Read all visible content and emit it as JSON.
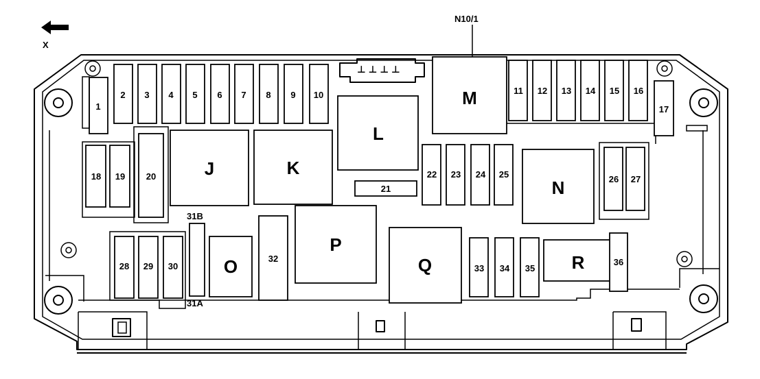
{
  "direction": {
    "label": "X",
    "arrow_icon": "arrow-left-icon"
  },
  "module_label": "N10/1",
  "fuses": {
    "f1": "1",
    "f2": "2",
    "f3": "3",
    "f4": "4",
    "f5": "5",
    "f6": "6",
    "f7": "7",
    "f8": "8",
    "f9": "9",
    "f10": "10",
    "f11": "11",
    "f12": "12",
    "f13": "13",
    "f14": "14",
    "f15": "15",
    "f16": "16",
    "f17": "17",
    "f18": "18",
    "f19": "19",
    "f20": "20",
    "f21": "21",
    "f22": "22",
    "f23": "23",
    "f24": "24",
    "f25": "25",
    "f26": "26",
    "f27": "27",
    "f28": "28",
    "f29": "29",
    "f30": "30",
    "f31a": "31A",
    "f31b": "31B",
    "f32": "32",
    "f33": "33",
    "f34": "34",
    "f35": "35",
    "f36": "36"
  },
  "relays": {
    "J": "J",
    "K": "K",
    "L": "L",
    "M": "M",
    "N": "N",
    "O": "O",
    "P": "P",
    "Q": "Q",
    "R": "R"
  }
}
